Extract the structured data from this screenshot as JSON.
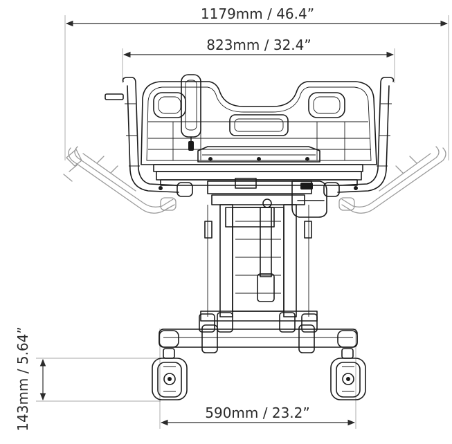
{
  "dimensions": {
    "overall_width": "1179mm / 46.4”",
    "frame_width": "823mm / 32.4”",
    "wheel_base": "590mm / 23.2”",
    "ground_clearance": "143mm / 5.64”"
  }
}
